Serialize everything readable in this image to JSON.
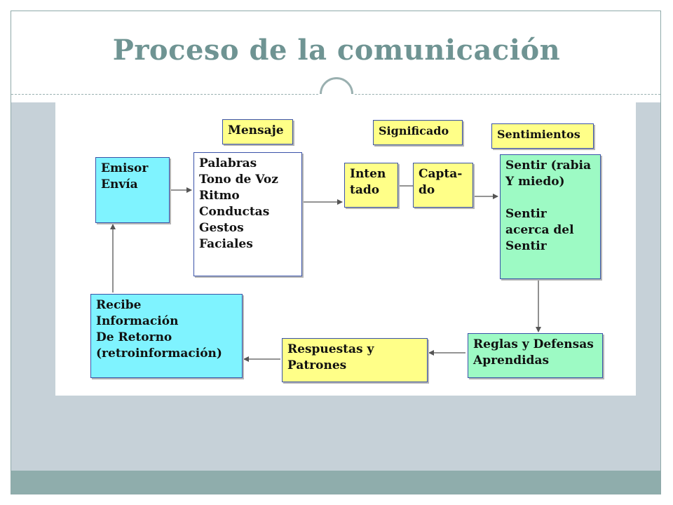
{
  "slide": {
    "title": "Proceso de la comunicación"
  },
  "diagram": {
    "labels": {
      "mensaje": "Mensaje",
      "significado": "Significado",
      "sentimientos": "Sentimientos"
    },
    "boxes": {
      "emisor": "Emisor\n Envía",
      "mensaje_list": "Palabras\nTono de Voz\nRitmo\nConductas\nGestos\nFaciales",
      "intentado": "Inten\ntado",
      "captado": "Capta-\ndo",
      "sentir": "Sentir (rabia\nY miedo)\n\nSentir\nacerca del\nSentir",
      "reglas": "Reglas y Defensas\nAprendidas",
      "respuestas": "Respuestas y\nPatrones",
      "recibe": "Recibe\nInformación\nDe Retorno\n(retroinformación)"
    },
    "colors": {
      "cyan": "#7ff3ff",
      "yellow": "#ffff88",
      "green": "#9dfac4",
      "border": "#3a52a8"
    }
  }
}
